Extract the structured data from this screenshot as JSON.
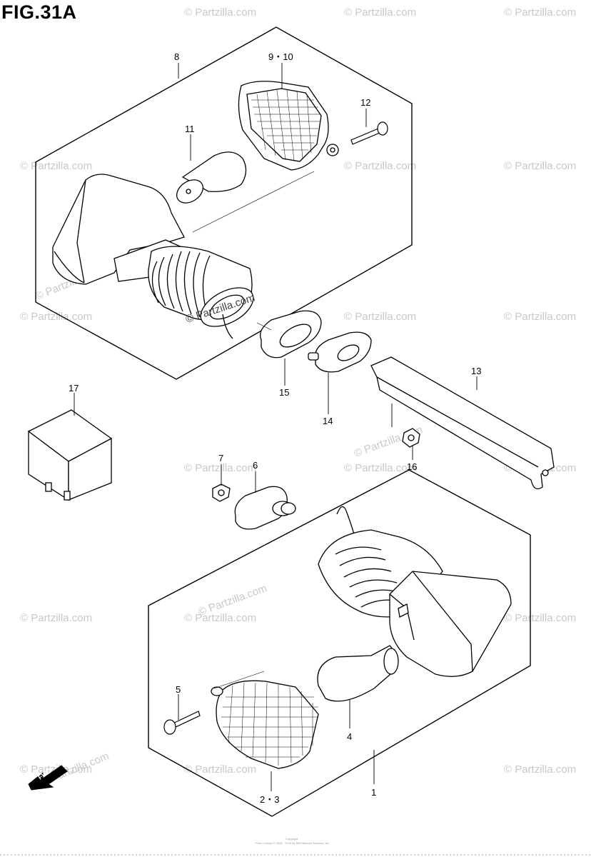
{
  "figure_title": "FIG.31A",
  "watermark": "© Partzilla.com",
  "center_watermark": "© Partzilla.com",
  "fwd_label": "FWD",
  "copyright": {
    "line1": "Copyright",
    "line2": "Parts Lookup © 2004 - 2019 by ARI Network Services, Inc."
  },
  "callouts": {
    "c1": "1",
    "c2_3": "2・3",
    "c4": "4",
    "c5": "5",
    "c6": "6",
    "c7": "7",
    "c8": "8",
    "c9_10": "9・10",
    "c11": "11",
    "c12": "12",
    "c13": "13",
    "c14": "14",
    "c15": "15",
    "c16": "16",
    "c17": "17"
  }
}
